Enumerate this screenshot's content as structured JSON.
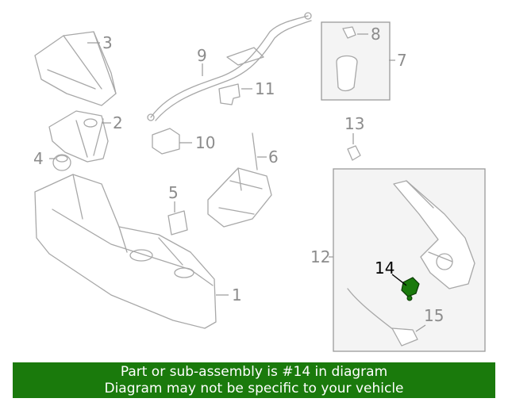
{
  "callouts": [
    {
      "id": "1",
      "label": "1"
    },
    {
      "id": "2",
      "label": "2"
    },
    {
      "id": "3",
      "label": "3"
    },
    {
      "id": "4",
      "label": "4"
    },
    {
      "id": "5",
      "label": "5"
    },
    {
      "id": "6",
      "label": "6"
    },
    {
      "id": "7",
      "label": "7"
    },
    {
      "id": "8",
      "label": "8"
    },
    {
      "id": "9",
      "label": "9"
    },
    {
      "id": "10",
      "label": "10"
    },
    {
      "id": "11",
      "label": "11"
    },
    {
      "id": "12",
      "label": "12"
    },
    {
      "id": "13",
      "label": "13"
    },
    {
      "id": "14",
      "label": "14"
    },
    {
      "id": "15",
      "label": "15"
    }
  ],
  "highlighted_part": "14",
  "colors": {
    "highlight": "#1a7a0c",
    "caption_bg": "#1a7a0c",
    "line_art": "#a8a8a8"
  },
  "caption": {
    "line1": "Part or sub-assembly is #14 in diagram",
    "line2": "Diagram may not be specific to your vehicle"
  }
}
